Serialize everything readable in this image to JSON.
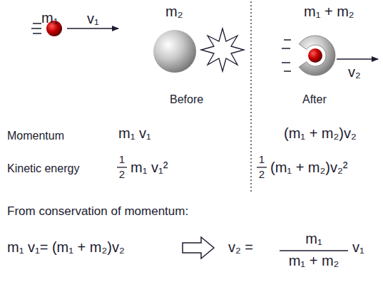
{
  "diagram": {
    "labels": [
      "m₁",
      "v₁",
      "m₂",
      "m₁ + m₂",
      "v₂",
      "Before",
      "After",
      "Momentum",
      "m₁ v₁",
      "(m₁ + m₂)v₂",
      "Kinetic energy",
      "1",
      "2",
      "m₁ v₁²",
      "1",
      "2",
      "(m₁ + m₂)v₂²",
      "From conservation of momentum:",
      "m₁ v₁= (m₁ + m₂)v₂",
      "v₂ =",
      "m₁",
      "m₁ + m₂",
      "v₁"
    ]
  }
}
